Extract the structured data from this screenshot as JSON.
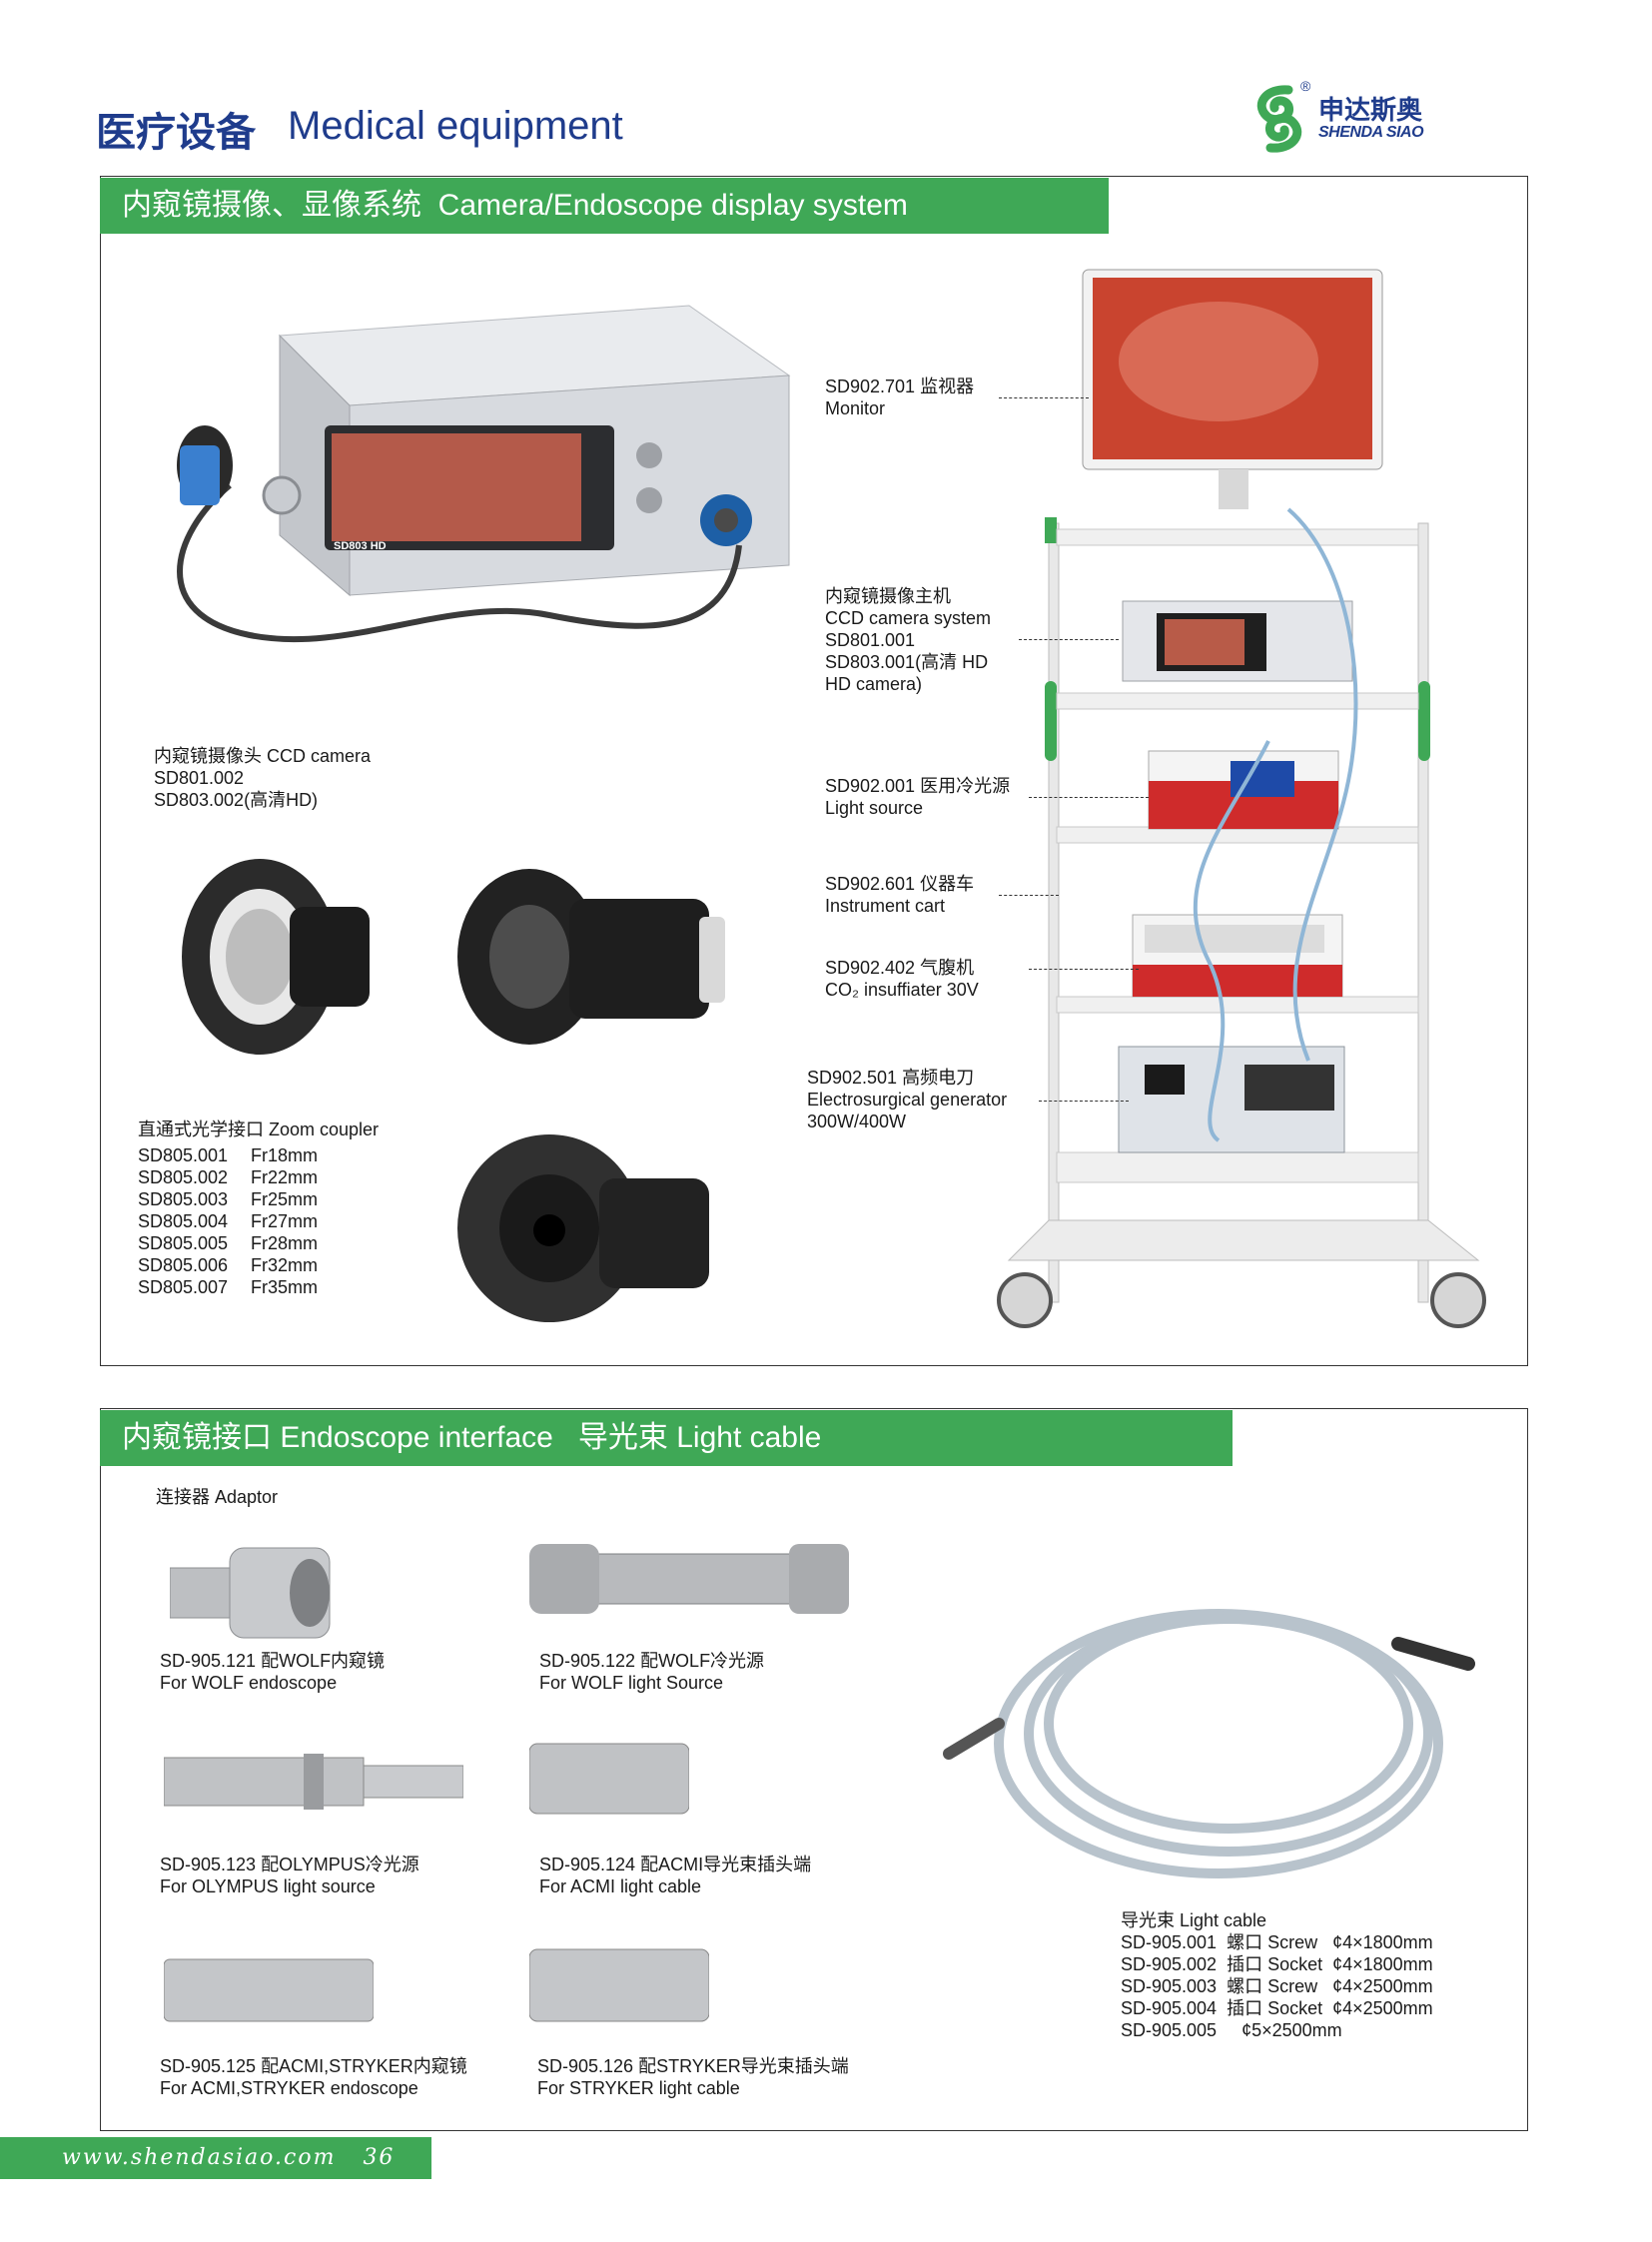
{
  "header": {
    "title_cn": "医疗设备",
    "title_en": "Medical equipment",
    "logo_cn": "申达斯奥",
    "logo_en": "SHENDA SIAO",
    "logo_mark": "®"
  },
  "section1": {
    "banner_cn": "内窥镜摄像、显像系统",
    "banner_en": "Camera/Endoscope display system",
    "device_panel_text": "SD803 HD",
    "ccd_camera": {
      "lines": [
        "内窥镜摄像头 CCD camera",
        "SD801.002",
        "SD803.002(高清HD)"
      ]
    },
    "zoom_coupler": {
      "title": "直通式光学接口 Zoom coupler",
      "models": [
        {
          "model": "SD805.001",
          "size": "Fr18mm"
        },
        {
          "model": "SD805.002",
          "size": "Fr22mm"
        },
        {
          "model": "SD805.003",
          "size": "Fr25mm"
        },
        {
          "model": "SD805.004",
          "size": "Fr27mm"
        },
        {
          "model": "SD805.005",
          "size": "Fr28mm"
        },
        {
          "model": "SD805.006",
          "size": "Fr32mm"
        },
        {
          "model": "SD805.007",
          "size": "Fr35mm"
        }
      ]
    },
    "callouts": [
      {
        "lines": [
          "SD902.701 监视器",
          "Monitor"
        ]
      },
      {
        "lines": [
          "内窥镜摄像主机",
          "CCD camera system",
          "SD801.001",
          "SD803.001(高清 HD",
          "HD camera)"
        ]
      },
      {
        "lines": [
          "SD902.001 医用冷光源",
          "Light source"
        ]
      },
      {
        "lines": [
          "SD902.601 仪器车",
          "Instrument cart"
        ]
      },
      {
        "lines": [
          "SD902.402 气腹机",
          "CO₂ insuffiater  30V"
        ]
      },
      {
        "lines": [
          "SD902.501    高频电刀",
          "Electrosurgical generator",
          "300W/400W"
        ]
      }
    ]
  },
  "section2": {
    "banner_cn1": "内窥镜接口",
    "banner_en1": "Endoscope interface",
    "banner_cn2": "导光束",
    "banner_en2": "Light cable",
    "adaptor_title": "连接器 Adaptor",
    "adaptors": [
      {
        "line1": "SD-905.121 配WOLF内窥镜",
        "line2": "For WOLF endoscope"
      },
      {
        "line1": "SD-905.122 配WOLF冷光源",
        "line2": "For WOLF light Source"
      },
      {
        "line1": "SD-905.123 配OLYMPUS冷光源",
        "line2": "For OLYMPUS light source"
      },
      {
        "line1": "SD-905.124 配ACMI导光束插头端",
        "line2": "For ACMI light  cable"
      },
      {
        "line1": "SD-905.125 配ACMI,STRYKER内窥镜",
        "line2": "For ACMI,STRYKER endoscope"
      },
      {
        "line1": "SD-905.126 配STRYKER导光束插头端",
        "line2": "For STRYKER light  cable"
      }
    ],
    "light_cable": {
      "title": "导光束 Light cable",
      "lines": [
        "SD-905.001  螺口 Screw   ¢4×1800mm",
        "SD-905.002  插口 Socket  ¢4×1800mm",
        "SD-905.003  螺口 Screw   ¢4×2500mm",
        "SD-905.004  插口 Socket  ¢4×2500mm",
        "SD-905.005     ¢5×2500mm"
      ]
    }
  },
  "footer": {
    "url": "www.shendasiao.com",
    "page": "36"
  },
  "colors": {
    "accent_green": "#3fa856",
    "title_blue": "#1f3c8c"
  }
}
